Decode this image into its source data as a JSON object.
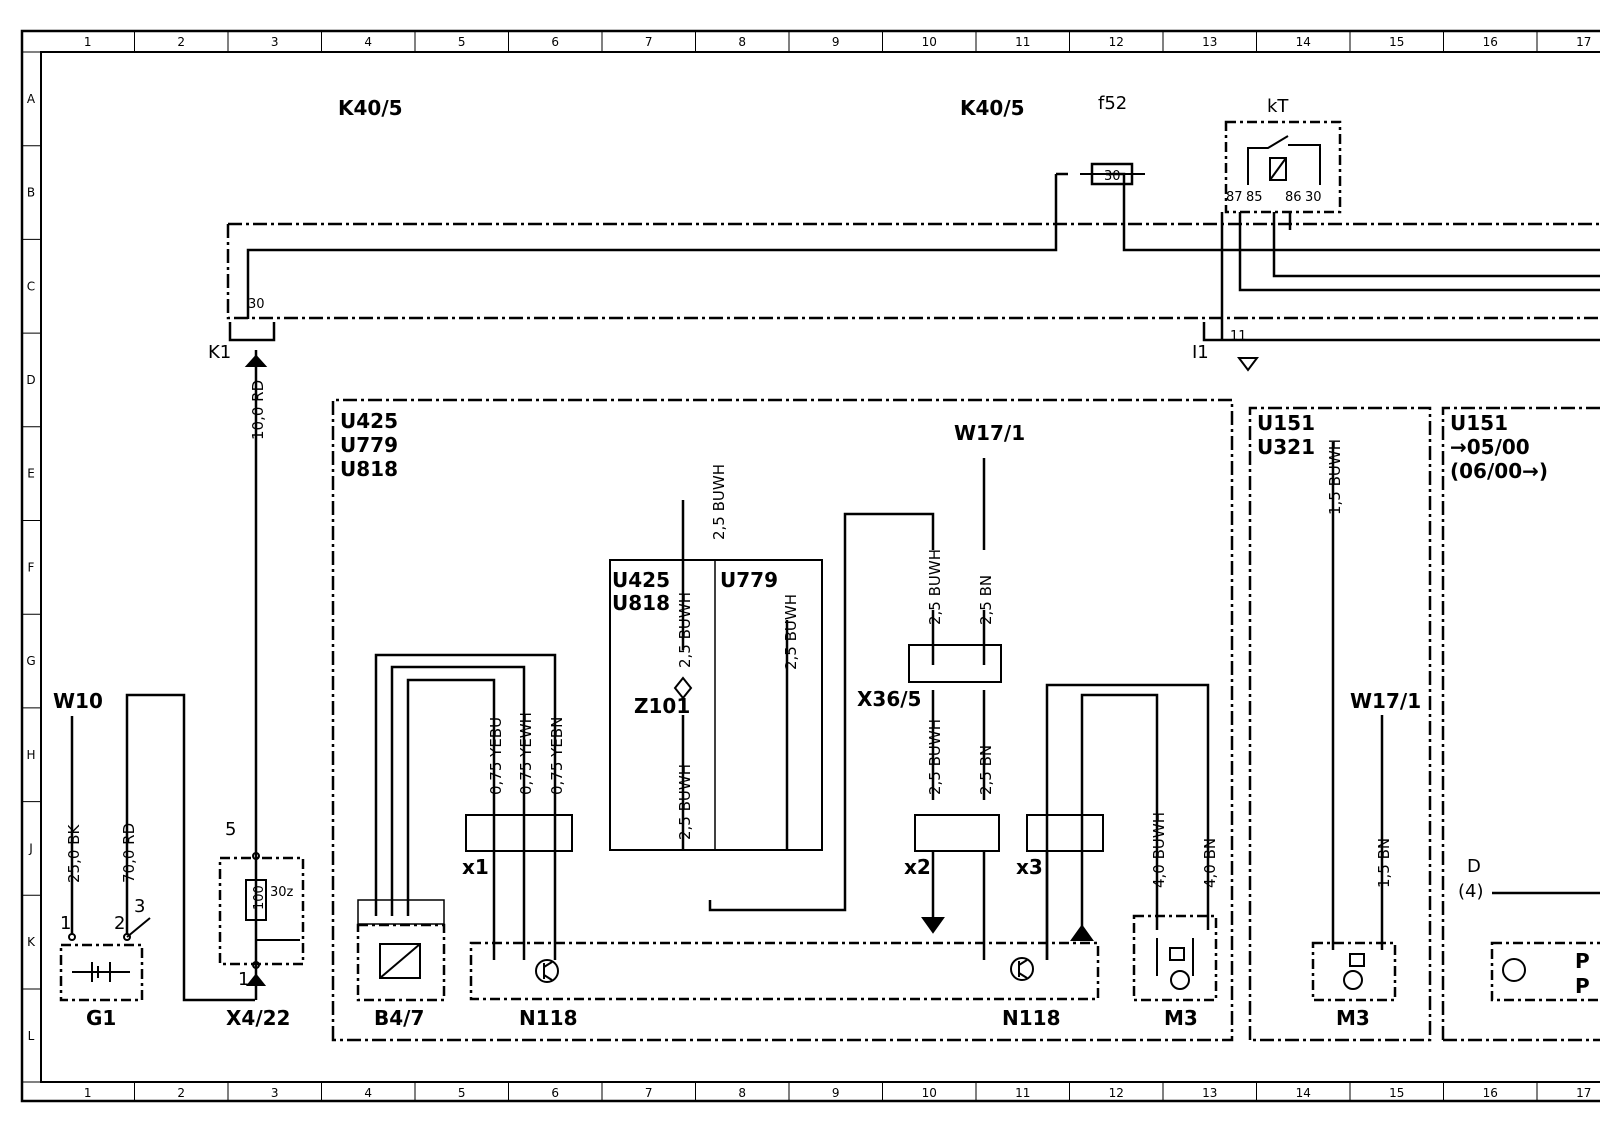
{
  "grid": {
    "columns": [
      "1",
      "2",
      "3",
      "4",
      "5",
      "6",
      "7",
      "8",
      "9",
      "10",
      "11",
      "12",
      "13",
      "14",
      "15",
      "16",
      "17"
    ],
    "rows": [
      "A",
      "B",
      "C",
      "D",
      "E",
      "F",
      "G",
      "H",
      "J",
      "K",
      "L"
    ]
  },
  "components": {
    "k40_left": "K40/5",
    "k40_right": "K40/5",
    "f52": "f52",
    "kt": "kT",
    "kt_pins": [
      "87",
      "85",
      "86",
      "30"
    ],
    "fuse_rating": "30",
    "w10": "W10",
    "g1": "G1",
    "x4_22": "X4/22",
    "b4_7": "B4/7",
    "n118_left": "N118",
    "n118_right": "N118",
    "m3_left": "M3",
    "m3_right": "M3",
    "z101": "Z101",
    "x36_5": "X36/5",
    "x1": "x1",
    "x2": "x2",
    "x3": "x3",
    "w17_1_mid": "W17/1",
    "w17_1_right": "W17/1",
    "k1": "K1",
    "i1": "I1",
    "d": "D",
    "d_num": "(4)",
    "pin_30": "30",
    "pin_11": "11",
    "pin_5": "5",
    "pin_1": "1",
    "pin_2": "2",
    "pin_3": "3",
    "x4_resistor": "100",
    "x4_tag": "30z"
  },
  "groups": {
    "main": [
      "U425",
      "U779",
      "U818"
    ],
    "inner_left": [
      "U425",
      "U818"
    ],
    "inner_right": "U779",
    "u151_a": [
      "U151",
      "U321"
    ],
    "u151_b": [
      "U151",
      "→05/00",
      "(06/00→)"
    ]
  },
  "wires": {
    "k1_rd": "10,0 RD",
    "w10_bk": "25,0 BK",
    "g1_rd": "70,0 RD",
    "yebu": "0,75 YEBU",
    "yewh": "0,75 YEWH",
    "yebn": "0,75 YEBN",
    "buwh_top": "2,5 BUWH",
    "buwh_u425_up": "2,5 BUWH",
    "buwh_u425_low": "2,5 BUWH",
    "buwh_u779": "2,5 BUWH",
    "buwh_x36_top": "2,5 BUWH",
    "bn_x36_top": "2,5 BN",
    "buwh_x36_low": "2,5 BUWH",
    "bn_x36_low": "2,5 BN",
    "buwh_m3": "4,0 BUWH",
    "bn_m3": "4,0 BN",
    "buwh_u151": "1,5 BUWH",
    "bn_m3r": "1,5 BN"
  },
  "icons": {
    "ground": "ground-arrow-icon",
    "transistor": "transistor-icon",
    "motor": "motor-icon",
    "sensor": "pressure-sensor-icon",
    "relay": "relay-icon",
    "fuse": "fuse-icon",
    "battery": "battery-icon",
    "hand": "pointing-hand-icon"
  },
  "d_labels": [
    "P",
    "P"
  ]
}
